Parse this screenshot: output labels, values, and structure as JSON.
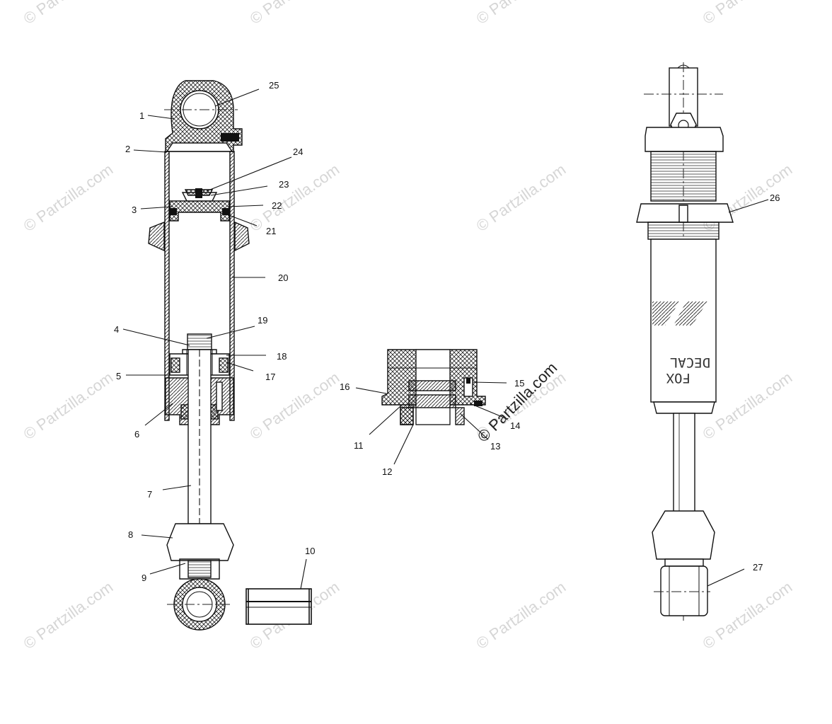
{
  "watermark": {
    "text": "© Partzilla.com"
  },
  "brand_overlay": {
    "text": "© Partzilla.com"
  },
  "decal_text": {
    "line1": "DECAL",
    "line2": "FOX"
  },
  "callouts": [
    {
      "id": "c1",
      "label": "1"
    },
    {
      "id": "c2",
      "label": "2"
    },
    {
      "id": "c3",
      "label": "3"
    },
    {
      "id": "c4",
      "label": "4"
    },
    {
      "id": "c5",
      "label": "5"
    },
    {
      "id": "c6",
      "label": "6"
    },
    {
      "id": "c7",
      "label": "7"
    },
    {
      "id": "c8",
      "label": "8"
    },
    {
      "id": "c9",
      "label": "9"
    },
    {
      "id": "c10",
      "label": "10"
    },
    {
      "id": "c11",
      "label": "11"
    },
    {
      "id": "c12",
      "label": "12"
    },
    {
      "id": "c13",
      "label": "13"
    },
    {
      "id": "c14",
      "label": "14"
    },
    {
      "id": "c15",
      "label": "15"
    },
    {
      "id": "c16",
      "label": "16"
    },
    {
      "id": "c17",
      "label": "17"
    },
    {
      "id": "c18",
      "label": "18"
    },
    {
      "id": "c19",
      "label": "19"
    },
    {
      "id": "c20",
      "label": "20"
    },
    {
      "id": "c21",
      "label": "21"
    },
    {
      "id": "c22",
      "label": "22"
    },
    {
      "id": "c23",
      "label": "23"
    },
    {
      "id": "c24",
      "label": "24"
    },
    {
      "id": "c25",
      "label": "25"
    },
    {
      "id": "c26",
      "label": "26"
    },
    {
      "id": "c27",
      "label": "27"
    }
  ]
}
